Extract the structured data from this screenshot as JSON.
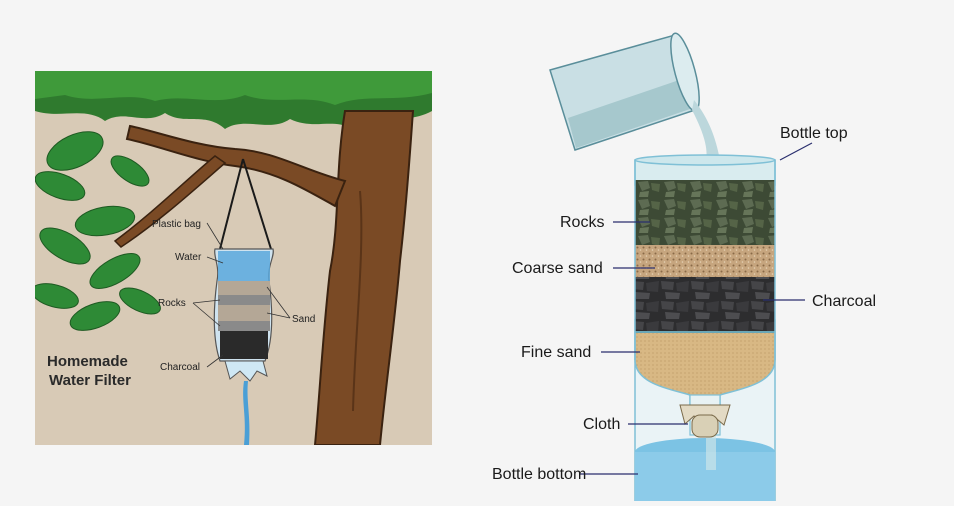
{
  "left_diagram": {
    "title_line1": "Homemade",
    "title_line2": "Water Filter",
    "labels": {
      "plastic_bag": "Plastic bag",
      "water": "Water",
      "rocks": "Rocks",
      "sand": "Sand",
      "charcoal": "Charcoal"
    }
  },
  "right_diagram": {
    "labels": {
      "bottle_top": "Bottle top",
      "rocks": "Rocks",
      "coarse_sand": "Coarse sand",
      "charcoal": "Charcoal",
      "fine_sand": "Fine sand",
      "cloth": "Cloth",
      "bottle_bottom": "Bottle bottom"
    },
    "label_line_color": "#2a2f6e"
  }
}
